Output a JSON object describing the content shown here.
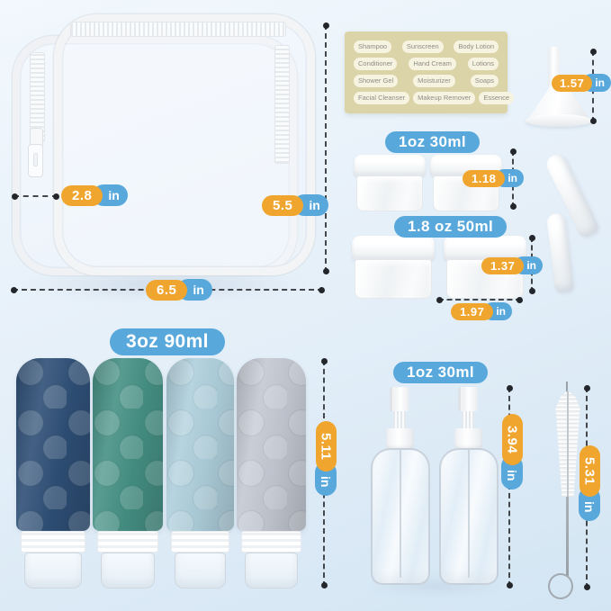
{
  "image_type": "travel-bottles-product-infographic",
  "section_titles": {
    "small_jars": "1oz 30ml",
    "large_jars": "1.8 oz 50ml",
    "squeeze_bottles": "3oz 90ml",
    "spray_bottles": "1oz 30ml"
  },
  "label_sheet": {
    "labels": [
      "Shampoo",
      "Sunscreen",
      "Body Lotion",
      "Conditioner",
      "Hand Cream",
      "Lotions",
      "Shower Gel",
      "Moisturizer",
      "Soaps",
      "Facial Cleanser",
      "Makeup Remover",
      "Essence"
    ]
  },
  "measurements": {
    "bag_depth": {
      "value": "2.8",
      "unit": "in"
    },
    "bag_height": {
      "value": "5.5",
      "unit": "in"
    },
    "bag_width": {
      "value": "6.5",
      "unit": "in"
    },
    "funnel_height": {
      "value": "1.57",
      "unit": "in"
    },
    "small_jar_height": {
      "value": "1.18",
      "unit": "in"
    },
    "large_jar_height": {
      "value": "1.37",
      "unit": "in"
    },
    "large_jar_width": {
      "value": "1.97",
      "unit": "in"
    },
    "squeeze_bottle_height": {
      "value": "5.11",
      "unit": "in"
    },
    "spray_bottle_height": {
      "value": "3.94",
      "unit": "in"
    },
    "brush_height": {
      "value": "5.31",
      "unit": "in"
    }
  },
  "colors": {
    "accent_orange": "#F0A62E",
    "accent_blue": "#58A8DC",
    "background_top": "#F2F8FD",
    "background_bottom": "#D3E5F3",
    "label_sheet_bg": "#DCD4A9",
    "label_oval_bg": "#F7F3E1",
    "bottle_navy": "#2E4F76",
    "bottle_teal": "#459084",
    "bottle_sky": "#AECFDC",
    "bottle_gray": "#C3C8D2",
    "measure_line": "#43474C"
  }
}
